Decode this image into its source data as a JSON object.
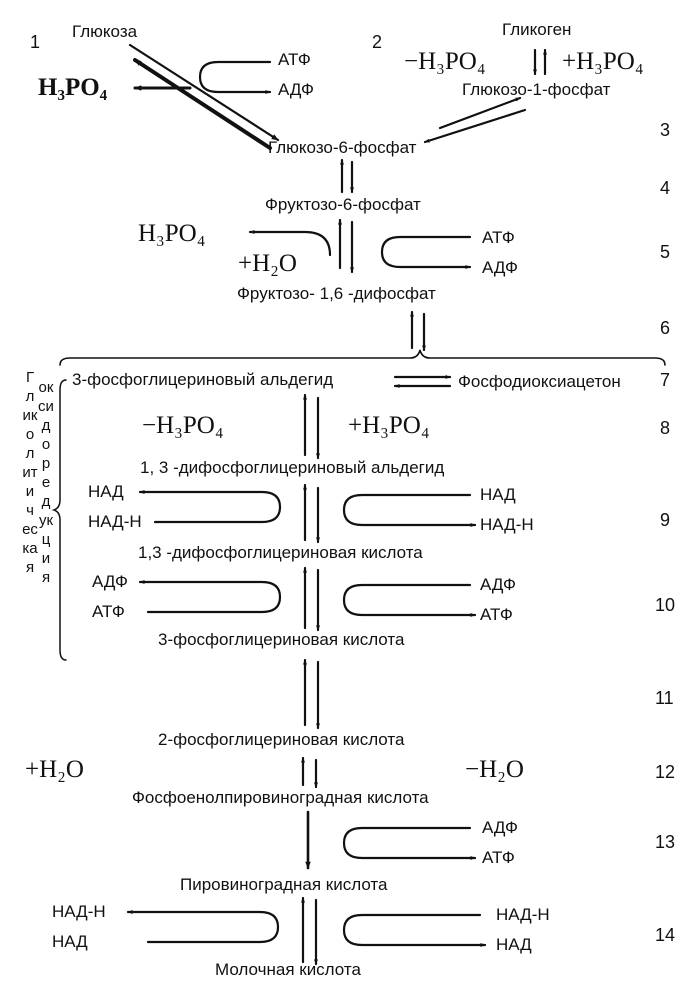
{
  "row_numbers": [
    "1",
    "2",
    "3",
    "4",
    "5",
    "6",
    "7",
    "8",
    "9",
    "10",
    "11",
    "12",
    "13",
    "14"
  ],
  "top_left": {
    "glucose": "Глюкоза",
    "atp": "АТФ",
    "adp": "АДФ",
    "h3po4": "H₃PO₄"
  },
  "top_right": {
    "glycogen": "Гликоген",
    "minus_h3po4": "−H₃PO₄",
    "plus_h3po4": "+H₃PO₄",
    "glucose_1_phosphate": "Глюкозо-1-фосфат"
  },
  "metabolites": {
    "glucose_6_phosphate": "Глюкозо-6-фосфат",
    "fructose_6_phosphate": "Фруктозо-6-фосфат",
    "fructose_16_diphosphate": "Фруктозо- 1,6 -дифосфат",
    "phosphoglyceraldehyde": "3-фосфоглицериновый альдегид",
    "phosphodioxyacetone": "Фосфодиоксиацетон",
    "diphosphoglyceraldehyde": "1, 3 -дифосфоглицериновый альдегид",
    "diphosphoglyceric_acid": "1,3 -дифосфоглицериновая кислота",
    "phosphoglyceric_3": "3-фосфоглицериновая кислота",
    "phosphoglyceric_2": "2-фосфоглицериновая кислота",
    "phosphoenolpyruvic": "Фосфоенолпировиноградная кислота",
    "pyruvic": "Пировиноградная кислота",
    "lactic": "Молочная кислота"
  },
  "step5": {
    "h3po4": "H₃PO₄",
    "h2o": "+H₂O",
    "atp": "АТФ",
    "adp": "АДФ"
  },
  "step8": {
    "minus": "−H₃PO₄",
    "plus": "+H₃PO₄"
  },
  "step9": {
    "left_top": "НАД",
    "left_bottom": "НАД-Н",
    "right_top": "НАД",
    "right_bottom": "НАД-Н"
  },
  "step10": {
    "left_top": "АДФ",
    "left_bottom": "АТФ",
    "right_top": "АДФ",
    "right_bottom": "АТФ"
  },
  "step12": {
    "plus": "+H₂O",
    "minus": "−H₂O"
  },
  "step13": {
    "top": "АДФ",
    "bottom": "АТФ"
  },
  "step14": {
    "left_top": "НАД-Н",
    "left_bottom": "НАД",
    "right_top": "НАД-Н",
    "right_bottom": "НАД"
  },
  "side_labels": {
    "glycolytic": "Гликолитическая",
    "oxidoreduction": "оксидоредукция"
  }
}
